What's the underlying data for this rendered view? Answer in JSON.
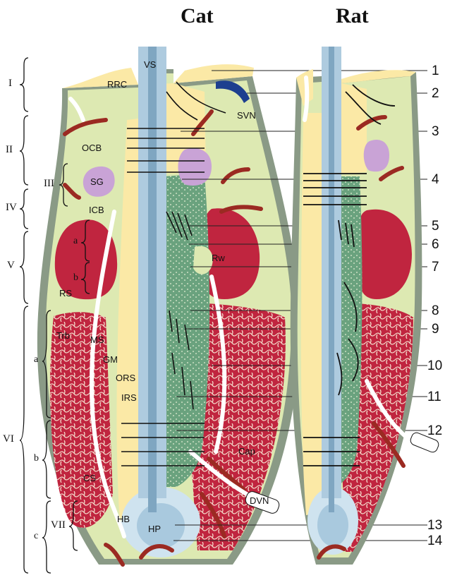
{
  "titles": {
    "left": "Cat",
    "right": "Rat"
  },
  "regions": [
    "I",
    "II",
    "III",
    "IV",
    "V",
    "VI",
    "VII"
  ],
  "subregions": {
    "v_a": "a",
    "v_b": "b",
    "vi_a": "a",
    "vi_b": "b",
    "vi_c": "c"
  },
  "structure_labels": {
    "vs": "VS",
    "rrc": "RRC",
    "svn": "SVN",
    "ocb": "OCB",
    "sg": "SG",
    "icb": "ICB",
    "rs": "RS",
    "rw": "Rw",
    "trb": "Trb",
    "ms": "MS",
    "gm": "GM",
    "ors": "ORS",
    "irs": "IRS",
    "cs": "CS",
    "cap": "Cap",
    "dvn": "DVN",
    "hb": "HB",
    "hp": "HP"
  },
  "callouts": [
    "1",
    "2",
    "3",
    "4",
    "5",
    "6",
    "7",
    "8",
    "9",
    "10",
    "11",
    "12",
    "13",
    "14"
  ],
  "colors": {
    "capsule": "#8a9a86",
    "interior": "#dde9b2",
    "sinus": "#c0253f",
    "cream": "#fbe9a6",
    "shaft": "#aecbdf",
    "shaft_dark": "#7fa6c1",
    "green": "#6aa27e",
    "lilac": "#c9a3d6",
    "blue_cap": "#1d3f8f",
    "artery": "#9b2a22"
  }
}
